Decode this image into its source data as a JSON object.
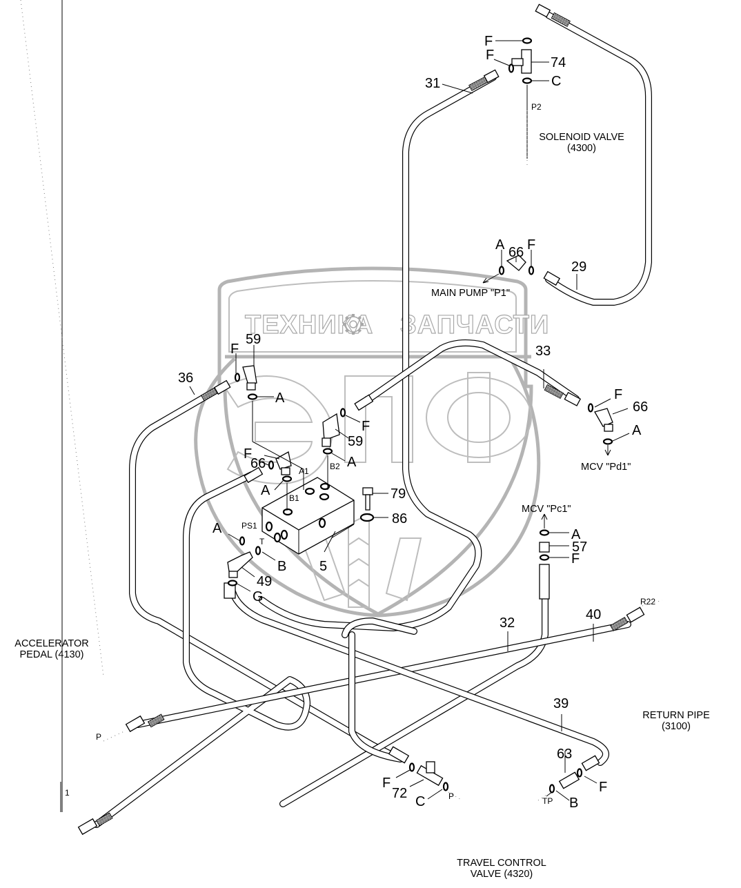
{
  "diagram": {
    "title": "Pilot piping (hydraulic hose routing) exploded parts view",
    "watermark": {
      "top_left_text": "ТЕХНИКА",
      "top_right_text": "ЗАПЧАСТИ",
      "logo_letters": "ЭПФ",
      "emblem": "gear-icon",
      "color": "#b4b4b4"
    },
    "destinations": {
      "solenoid_valve": [
        "SOLENOID VALVE",
        "(4300)"
      ],
      "main_pump": "MAIN PUMP \"P1\"",
      "mcv_pd1": "MCV \"Pd1\"",
      "mcv_pc1": "MCV \"Pc1\"",
      "accelerator_pedal": [
        "ACCELERATOR",
        "PEDAL (4130)"
      ],
      "return_pipe": [
        "RETURN PIPE",
        "(3100)"
      ],
      "travel_control_valve": [
        "TRAVEL CONTROL",
        "VALVE (4320)"
      ]
    },
    "port_labels": {
      "p2": "P2",
      "a1": "A1",
      "b1": "B1",
      "b2": "B2",
      "ps1": "PS1",
      "t": "T",
      "r22": "R22",
      "p_left": "P",
      "p_bottom": "P",
      "tp": "TP"
    },
    "part_numbers": {
      "p1": "1",
      "p5": "5",
      "p29": "29",
      "p31": "31",
      "p32": "32",
      "p33": "33",
      "p36": "36",
      "p39": "39",
      "p40": "40",
      "p49": "49",
      "p57": "57",
      "p59_top": "59",
      "p59_mid": "59",
      "p63": "63",
      "p66_top": "66",
      "p66_left": "66",
      "p66_right": "66",
      "p72": "72",
      "p74": "74",
      "p79": "79",
      "p86": "86"
    },
    "seal_letters": {
      "f_74_top": "F",
      "f_74_left": "F",
      "c_74": "C",
      "a_66_top": "A",
      "f_66_top": "F",
      "f_59_top": "F",
      "a_59_top": "A",
      "f_59_mid": "F",
      "a_59_mid": "A",
      "f_66_left": "F",
      "a_66_left": "A",
      "f_66_right": "F",
      "a_66_right": "A",
      "a_ps1": "A",
      "b_49": "B",
      "g_49": "G",
      "a_57": "A",
      "f_57": "F",
      "f_72": "F",
      "c_72": "C",
      "f_63": "F",
      "b_63": "B"
    }
  }
}
